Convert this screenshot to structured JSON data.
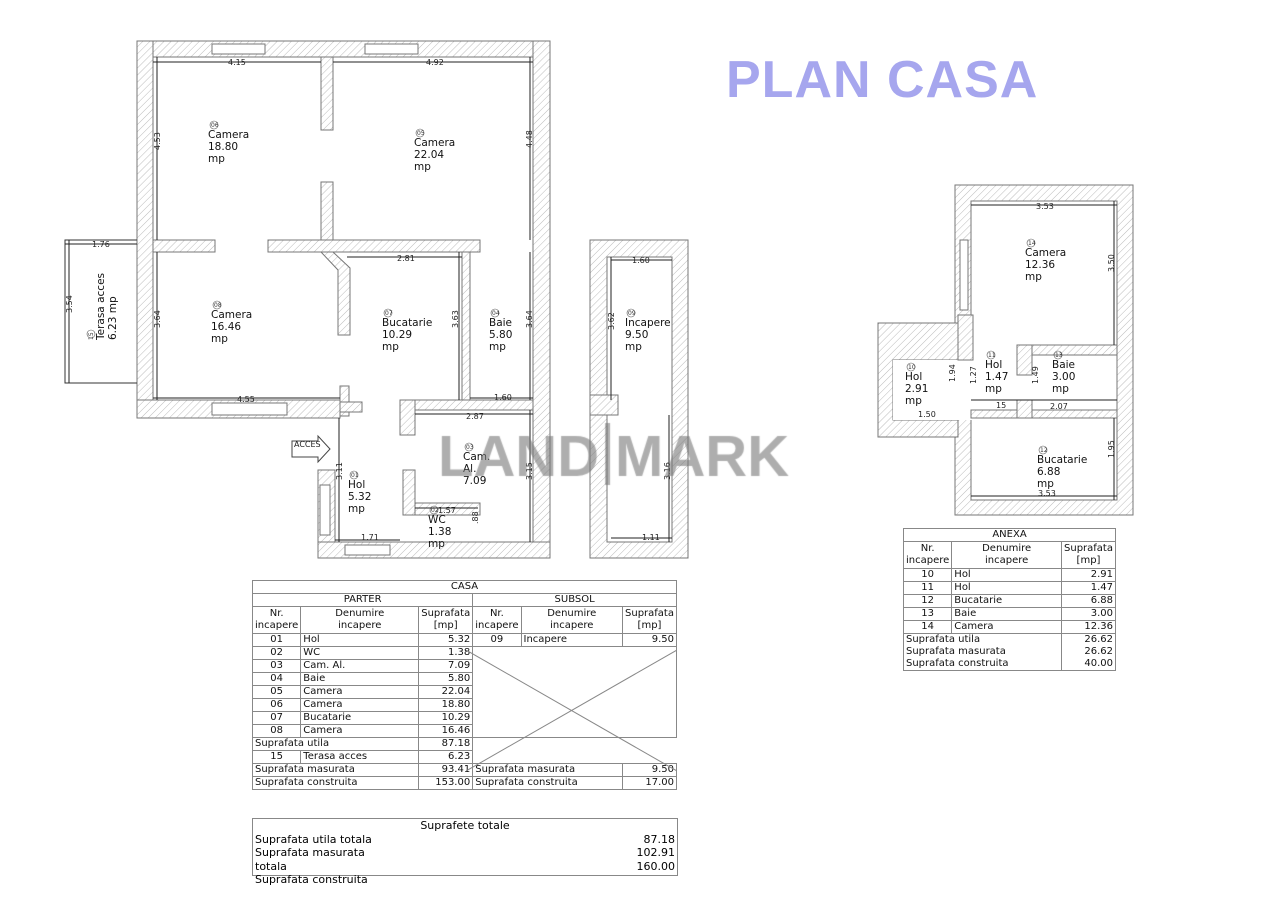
{
  "title": "PLAN CASA",
  "watermark": "LAND MARK",
  "plan": {
    "rooms": [
      {
        "nr": "06",
        "name": "Camera",
        "area": "18.80",
        "unit": "mp"
      },
      {
        "nr": "05",
        "name": "Camera",
        "area": "22.04",
        "unit": "mp"
      },
      {
        "nr": "08",
        "name": "Camera",
        "area": "16.46",
        "unit": "mp"
      },
      {
        "nr": "07",
        "name": "Bucatarie",
        "area": "10.29",
        "unit": "mp"
      },
      {
        "nr": "04",
        "name": "Baie",
        "area": "5.80",
        "unit": "mp"
      },
      {
        "nr": "03",
        "name": "Cam.",
        "name2": "Al.",
        "area": "7.09"
      },
      {
        "nr": "01",
        "name": "Hol",
        "area": "5.32",
        "unit": "mp"
      },
      {
        "nr": "02",
        "name": "WC",
        "area": "1.38",
        "unit": "mp"
      },
      {
        "nr": "09",
        "name": "Incapere",
        "area": "9.50",
        "unit": "mp"
      },
      {
        "nr": "15",
        "name": "Terasa acces",
        "area": "6.23 mp"
      },
      {
        "nr": "14",
        "name": "Camera",
        "area": "12.36",
        "unit": "mp"
      },
      {
        "nr": "10",
        "name": "Hol",
        "area": "2.91",
        "unit": "mp"
      },
      {
        "nr": "11",
        "name": "Hol",
        "area": "1.47",
        "unit": "mp"
      },
      {
        "nr": "13",
        "name": "Baie",
        "area": "3.00",
        "unit": "mp"
      },
      {
        "nr": "12",
        "name": "Bucatarie",
        "area": "6.88",
        "unit": "mp"
      }
    ],
    "dims": [
      "4.15",
      "4.92",
      "4.53",
      "4.48",
      "1.76",
      "3.54",
      "3.64",
      "2.81",
      "3.63",
      "3.64",
      "4.55",
      "1.60",
      "2.87",
      "3.11",
      "3.15",
      "1.57",
      "1.71",
      ".88",
      "1.60",
      "3.62",
      "3.16",
      "1.11",
      "3.53",
      "3.50",
      "1.94",
      "1.27",
      "1.49",
      "1.50",
      "15",
      "2.07",
      "1.95",
      "3.53"
    ],
    "acces": "ACCES"
  },
  "casa": {
    "title": "CASA",
    "parter": "PARTER",
    "subsol": "SUBSOL",
    "h_nr": "Nr.",
    "h_nr2": "incapere",
    "h_den": "Denumire",
    "h_den2": "incapere",
    "h_sup": "Suprafata",
    "h_sup2": "[mp]",
    "rows": [
      {
        "nr": "01",
        "name": "Hol",
        "area": "5.32"
      },
      {
        "nr": "02",
        "name": "WC",
        "area": "1.38"
      },
      {
        "nr": "03",
        "name": "Cam. Al.",
        "area": "7.09"
      },
      {
        "nr": "04",
        "name": "Baie",
        "area": "5.80"
      },
      {
        "nr": "05",
        "name": "Camera",
        "area": "22.04"
      },
      {
        "nr": "06",
        "name": "Camera",
        "area": "18.80"
      },
      {
        "nr": "07",
        "name": "Bucatarie",
        "area": "10.29"
      },
      {
        "nr": "08",
        "name": "Camera",
        "area": "16.46"
      }
    ],
    "utila_label": "Suprafata utila",
    "utila": "87.18",
    "terasa": {
      "nr": "15",
      "name": "Terasa acces",
      "area": "6.23"
    },
    "masurata_label": "Suprafata masurata",
    "masurata": "93.41",
    "construita_label": "Suprafata construita",
    "construita": "153.00",
    "subsol_row": {
      "nr": "09",
      "name": "Incapere",
      "area": "9.50"
    },
    "subsol_masurata": "9.50",
    "subsol_construita": "17.00"
  },
  "anexa": {
    "title": "ANEXA",
    "rows": [
      {
        "nr": "10",
        "name": "Hol",
        "area": "2.91"
      },
      {
        "nr": "11",
        "name": "Hol",
        "area": "1.47"
      },
      {
        "nr": "12",
        "name": "Bucatarie",
        "area": "6.88"
      },
      {
        "nr": "13",
        "name": "Baie",
        "area": "3.00"
      },
      {
        "nr": "14",
        "name": "Camera",
        "area": "12.36"
      }
    ],
    "utila_label": "Suprafata utila",
    "utila": "26.62",
    "masurata_label": "Suprafata masurata",
    "masurata": "26.62",
    "construita_label": "Suprafata construita",
    "construita": "40.00"
  },
  "totale": {
    "title": "Suprafete totale",
    "utila_label": "Suprafata utila totala",
    "utila": "87.18",
    "masurata_label": "Suprafata masurata",
    "masurata": "102.91",
    "totala_label": "totala",
    "totala": "160.00",
    "construita_label": "Suprafata construita"
  }
}
